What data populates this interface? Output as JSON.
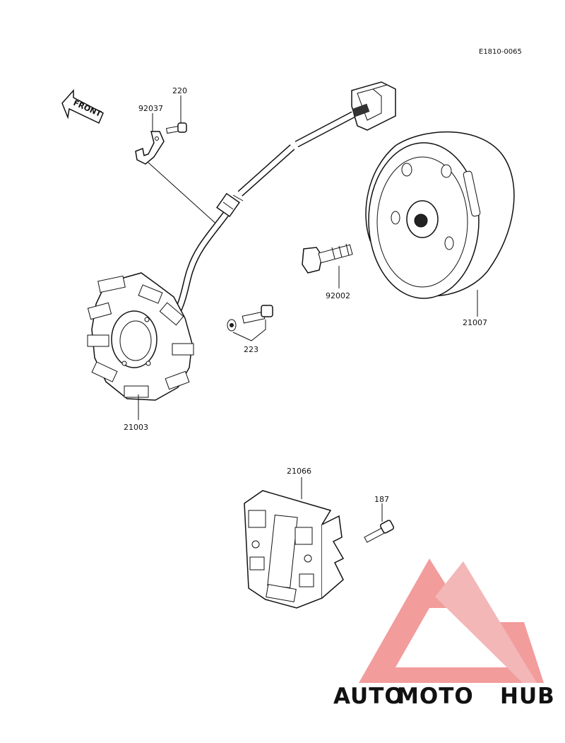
{
  "diagram": {
    "reference_code": "E1810-0065",
    "front_arrow_label": "FRONT",
    "parts": [
      {
        "id": "220"
      },
      {
        "id": "92037"
      },
      {
        "id": "92002"
      },
      {
        "id": "21007"
      },
      {
        "id": "223"
      },
      {
        "id": "21003"
      },
      {
        "id": "21066"
      },
      {
        "id": "187"
      }
    ]
  },
  "watermark": {
    "text_part1": "AUTO",
    "text_part2": "MOTO",
    "text_part3": "HUB",
    "colors": {
      "part1": "#f5c06a",
      "part2": "#ef8f8f",
      "part3": "#9a9a9a",
      "logo": "#ee7b7b"
    }
  }
}
